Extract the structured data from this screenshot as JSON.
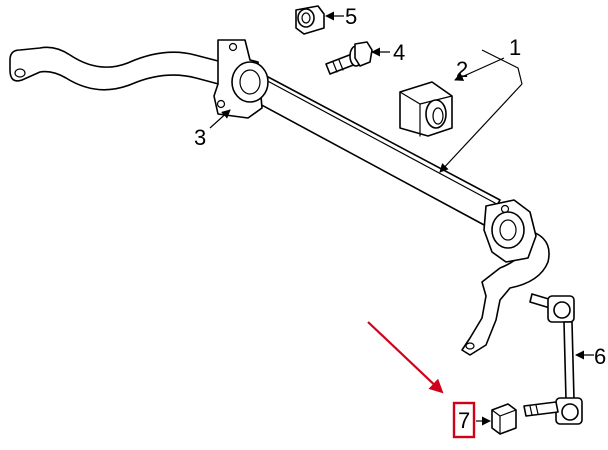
{
  "diagram": {
    "callouts": {
      "c1": "1",
      "c2": "2",
      "c3": "3",
      "c4": "4",
      "c5": "5",
      "c6": "6",
      "c7": "7"
    },
    "highlight": {
      "callout": "7",
      "color": "#d0021b"
    },
    "line_color": "#000000",
    "background": "#ffffff"
  }
}
